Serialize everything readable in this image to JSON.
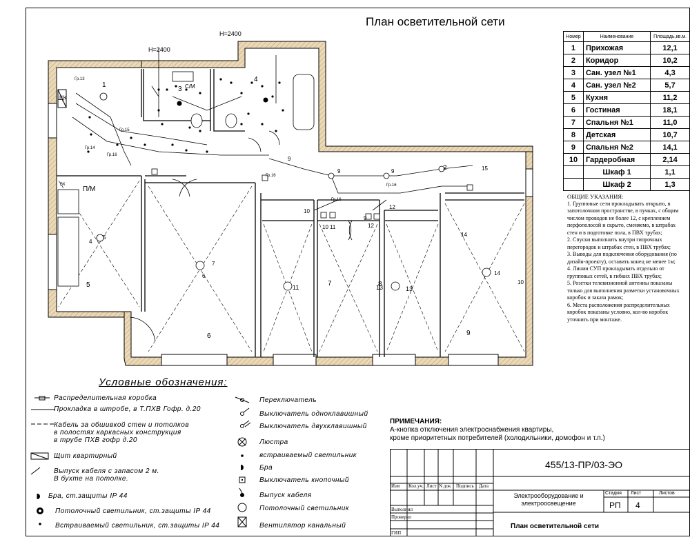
{
  "title": "План осветительной сети",
  "heights": [
    "H=2400",
    "H=2400"
  ],
  "room_table": {
    "headers": [
      "Номер",
      "Наименование",
      "Площадь,кв.м."
    ],
    "rows": [
      {
        "n": "1",
        "name": "Прихожая",
        "area": "12,1"
      },
      {
        "n": "2",
        "name": "Коридор",
        "area": "10,2"
      },
      {
        "n": "3",
        "name": "Сан. узел №1",
        "area": "4,3"
      },
      {
        "n": "4",
        "name": "Сан. узел №2",
        "area": "5,7"
      },
      {
        "n": "5",
        "name": "Кухня",
        "area": "11,2"
      },
      {
        "n": "6",
        "name": "Гостиная",
        "area": "18,1"
      },
      {
        "n": "7",
        "name": "Спальня №1",
        "area": "11,0"
      },
      {
        "n": "8",
        "name": "Детская",
        "area": "10,7"
      },
      {
        "n": "9",
        "name": "Спальня №2",
        "area": "14,1"
      },
      {
        "n": "10",
        "name": "Гардеробная",
        "area": "2,14"
      },
      {
        "n": "",
        "name": "Шкаф 1",
        "area": "1,1"
      },
      {
        "n": "",
        "name": "Шкаф 2",
        "area": "1,3"
      }
    ]
  },
  "general_notes": {
    "heading": "ОБЩИЕ УКАЗАНИЯ:",
    "items": [
      "1. Групповые сети прокладывать открыто, в запотолочном пространстве, в пучках, с общим числом проводов не более 12, с креплением перфополосой и скрыто, сменяемо, в штрабах стен и в подготовке пола, в ПВХ трубах;",
      "2. Спуски выполнить внутри гипрочных перегородок и штрабах стен, в ПВХ трубах;",
      "3. Выводы для подключения оборудования (по дизайн-проекту), оставить конец не менее 1м;",
      "4. Линии СУП прокладывать отдельно от групповых сетей, в гибких ПВХ трубах;",
      "5. Розетки телевизионной антенны показаны только для выполнения разметки установочных коробок и заказа рамок;",
      "6. Места расположения распределительных коробок показаны условно, кол-во коробок уточнить при монтаже."
    ]
  },
  "legend": {
    "title": "Условные обозначения:",
    "left": [
      "Распределительная коробка",
      "Прокладка в штробе, в Т.ПХВ Гофр. д.20",
      "Кабель за обшивкой стен и потолков",
      "в полостях каркасных конструкция",
      "в трубе ПХВ гофр д.20",
      "Щит квартирный",
      "Выпуск кабеля с запасом 2 м.",
      "В бухте на потолке.",
      "Бра, ст.защиты IP 44",
      "Потолочный светильник, ст.защиты IP 44",
      "Встраиваемый светильник, ст.защиты IP 44"
    ],
    "right": [
      "Переключатель",
      "Выключатель одноклавишный",
      "Выключатель двухклавишный",
      "Люстра",
      "встраиваемый светильник",
      "Бра",
      "Выключатель кнопочный",
      "Выпуск кабеля",
      "Потолочный светильник",
      "Вентилятор канальный"
    ]
  },
  "remarks": {
    "heading": "ПРИМЕЧАНИЯ:",
    "line1": "А-кнопка отключения электроснабжения квартиры,",
    "line2": "кроме приоритетных потребителей (холодильники, домофон и т.п.)"
  },
  "stamp": {
    "code": "455/13-ПР/03-ЭО",
    "cols": [
      "Изм",
      "Кол.уч.",
      "Лист",
      "N док",
      "Подпись",
      "Дата"
    ],
    "rows": [
      "Выполнил",
      "Проверил",
      "",
      "ГИП"
    ],
    "project": "Электрооборудование и электроосвещение",
    "stage_h": "Стадия",
    "sheet_h": "Лист",
    "sheets_h": "Листов",
    "stage": "РП",
    "sheet": "4",
    "sheet_title": "План осветительной сети"
  },
  "plan_labels": {
    "shk": "ЩК",
    "pm": "П/М",
    "sm": "С/М",
    "vk": "ВК",
    "groups": [
      "Гр.13",
      "Гр.15",
      "Гр.14",
      "Гр.16",
      "Гр.16",
      "Гр.16",
      "Гр.16"
    ],
    "room_marks": [
      "1",
      "2",
      "3",
      "4",
      "5",
      "6",
      "7",
      "8",
      "9",
      "10"
    ],
    "lamp_numbers": [
      "9",
      "9",
      "9",
      "15",
      "10",
      "10",
      "11",
      "9",
      "12",
      "12",
      "13",
      "14",
      "11",
      "13",
      "14",
      "7",
      "6",
      "5",
      "4"
    ]
  },
  "colors": {
    "wall": "#ead9b8",
    "hatch": "#b0884f",
    "line": "#000000"
  }
}
